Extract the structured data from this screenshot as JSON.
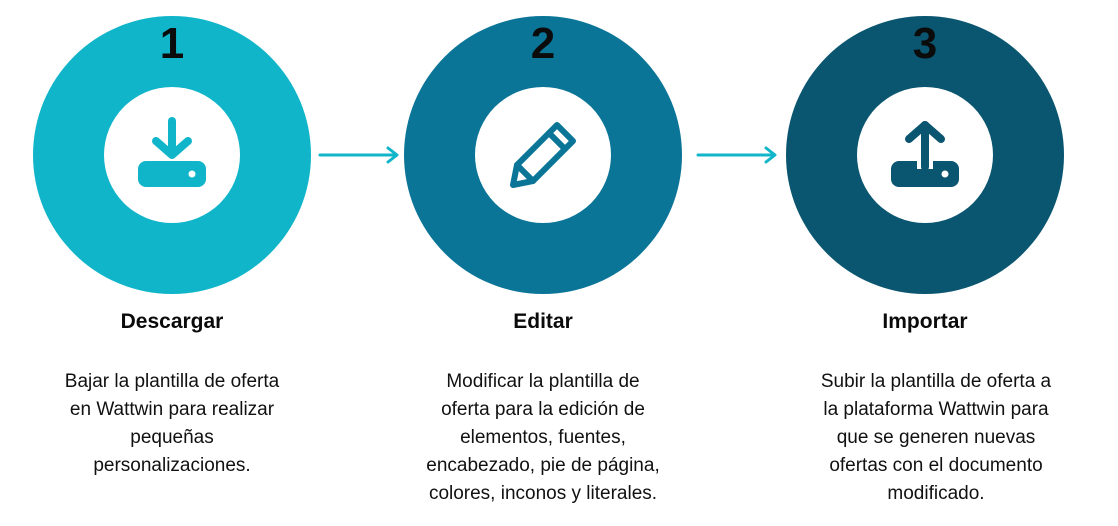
{
  "colors": {
    "step1": "#10b5c9",
    "step2": "#0b7598",
    "step3": "#0a556f",
    "icon1": "#10b5c9",
    "icon2": "#0b7598",
    "icon3": "#0a556f",
    "arrow": "#10b5c9"
  },
  "steps": [
    {
      "number": "1",
      "title": "Descargar",
      "icon": "download-icon",
      "lines": [
        "Bajar la plantilla de oferta",
        "en Wattwin para realizar",
        "pequeñas",
        "personalizaciones."
      ]
    },
    {
      "number": "2",
      "title": "Editar",
      "icon": "pencil-icon",
      "lines": [
        "Modificar la plantilla de",
        "oferta para la edición de",
        "elementos, fuentes,",
        "encabezado, pie de página,",
        "colores, inconos y literales."
      ]
    },
    {
      "number": "3",
      "title": "Importar",
      "icon": "upload-icon",
      "lines": [
        "Subir la plantilla de oferta a",
        "la plataforma Wattwin para",
        "que se generen nuevas",
        "ofertas con el documento",
        "modificado."
      ]
    }
  ]
}
